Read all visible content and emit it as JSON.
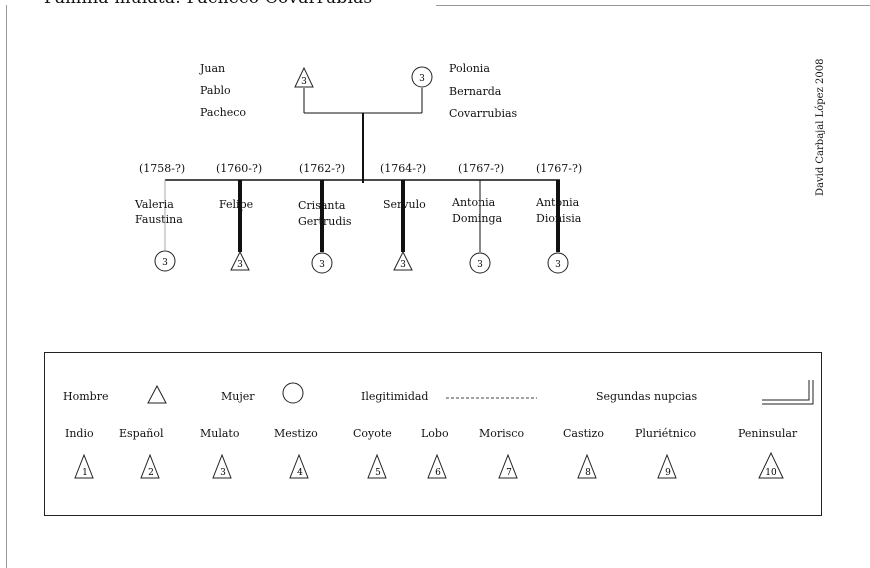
{
  "title": "Familia mulata: Pacheco Covarrubias",
  "credit": "David Carbajal López 2008",
  "parents": {
    "father": {
      "lines": [
        "Juan",
        "Pablo",
        "Pacheco"
      ],
      "code": "3",
      "shape": "triangle"
    },
    "mother": {
      "lines": [
        "Polonia",
        "Bernarda",
        "Covarrubias"
      ],
      "code": "3",
      "shape": "circle"
    }
  },
  "children": [
    {
      "years": "(1758-?)",
      "lines": [
        "Valeria",
        "Faustina"
      ],
      "code": "3",
      "shape": "circle",
      "legitimacy": "ilegitimo"
    },
    {
      "years": "(1760-?)",
      "lines": [
        "Felipe"
      ],
      "code": "3",
      "shape": "triangle",
      "legitimacy": "legitimo"
    },
    {
      "years": "(1762-?)",
      "lines": [
        "Crisanta",
        "Gertrudis"
      ],
      "code": "3",
      "shape": "circle",
      "legitimacy": "legitimo"
    },
    {
      "years": "(1764-?)",
      "lines": [
        "Servulo"
      ],
      "code": "3",
      "shape": "triangle",
      "legitimacy": "legitimo"
    },
    {
      "years": "(1767-?)",
      "lines": [
        "Antonia",
        "Dominga"
      ],
      "code": "3",
      "shape": "circle",
      "legitimacy": "unknown"
    },
    {
      "years": "(1767-?)",
      "lines": [
        "Antonia",
        "Dionisia"
      ],
      "code": "3",
      "shape": "circle",
      "legitimacy": "legitimo"
    }
  ],
  "legend": {
    "hombre": "Hombre",
    "mujer": "Mujer",
    "ilegitimidad": "Ilegitimidad",
    "segundas": "Segundas nupcias",
    "castes": [
      {
        "label": "Indio",
        "num": "1"
      },
      {
        "label": "Español",
        "num": "2"
      },
      {
        "label": "Mulato",
        "num": "3"
      },
      {
        "label": "Mestizo",
        "num": "4"
      },
      {
        "label": "Coyote",
        "num": "5"
      },
      {
        "label": "Lobo",
        "num": "6"
      },
      {
        "label": "Morisco",
        "num": "7"
      },
      {
        "label": "Castizo",
        "num": "8"
      },
      {
        "label": "Pluriétnico",
        "num": "9"
      },
      {
        "label": "Peninsular",
        "num": "10"
      }
    ]
  }
}
